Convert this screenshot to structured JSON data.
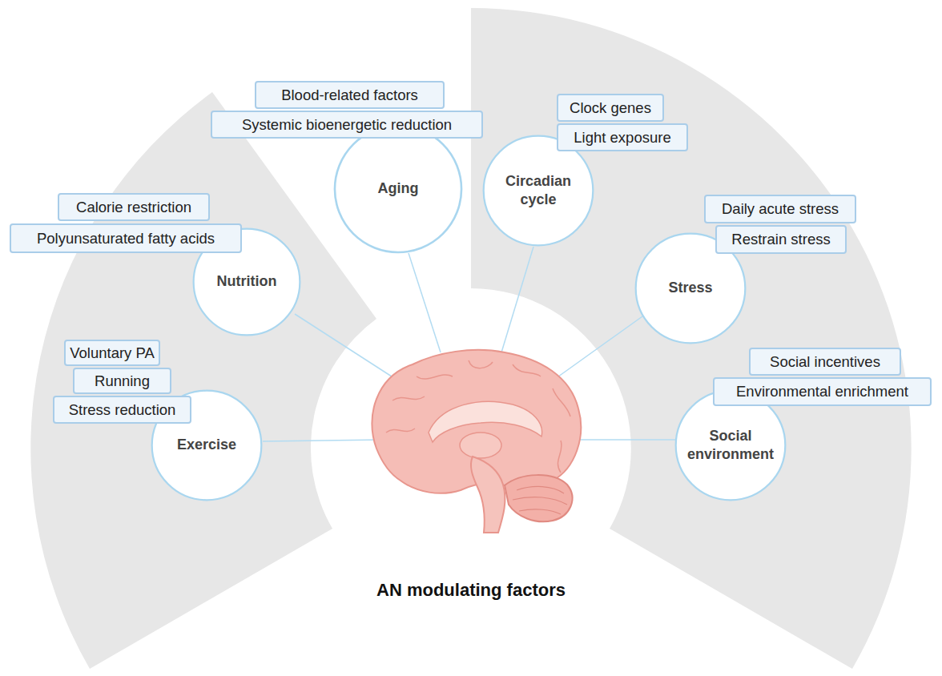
{
  "diagram": {
    "title": "AN modulating factors",
    "nodes": [
      {
        "text": [
          "Voluntary PA"
        ]
      },
      {
        "text": [
          "Running"
        ]
      },
      {
        "text": [
          "Stress reduction"
        ]
      },
      {
        "text": [
          "Exercise"
        ]
      },
      {
        "text": [
          "Calorie restriction"
        ]
      },
      {
        "text": [
          "Polyunsaturated fatty acids"
        ]
      },
      {
        "text": [
          "Nutrition"
        ]
      },
      {
        "text": [
          "Blood-related factors"
        ]
      },
      {
        "text": [
          "Systemic bioenergetic reduction"
        ]
      },
      {
        "text": [
          "Aging"
        ]
      },
      {
        "text": [
          "Clock genes"
        ]
      },
      {
        "text": [
          "Light exposure"
        ]
      },
      {
        "text": [
          "Circadian cycle"
        ]
      },
      {
        "text": [
          "Daily acute stress"
        ]
      },
      {
        "text": [
          "Restrain stress"
        ]
      },
      {
        "text": [
          "Stress"
        ]
      },
      {
        "text": [
          "Social incentives"
        ]
      },
      {
        "text": [
          "Environmental enrichment"
        ]
      },
      {
        "text": [
          "Social environment"
        ]
      }
    ]
  }
}
